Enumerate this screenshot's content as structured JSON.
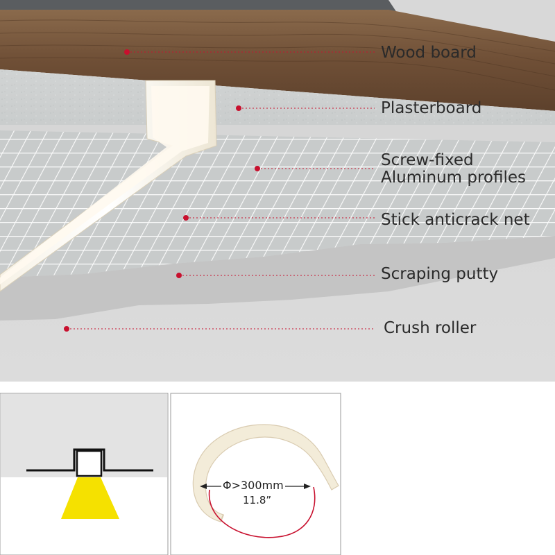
{
  "layers": [
    {
      "id": "wood",
      "label": "Wood board"
    },
    {
      "id": "plaster",
      "label": "Plasterboard"
    },
    {
      "id": "profiles",
      "label_line1": "Screw-fixed",
      "label_line2": "Aluminum profiles"
    },
    {
      "id": "net",
      "label": "Stick anticrack net"
    },
    {
      "id": "putty",
      "label": "Scraping putty"
    },
    {
      "id": "roller",
      "label": "Crush roller"
    }
  ],
  "bend_panel": {
    "diameter_label": "Φ>300mm",
    "inch_label": "11.8”"
  },
  "colors": {
    "accent_dot": "#c8102e",
    "leader_line": "#c8102e",
    "light_beam": "#f5e100",
    "wood": "#7a5a3e",
    "plaster": "#cfd2d2",
    "ceiling": "#d9d9d9",
    "bend_strip": "#f3ecd9"
  }
}
